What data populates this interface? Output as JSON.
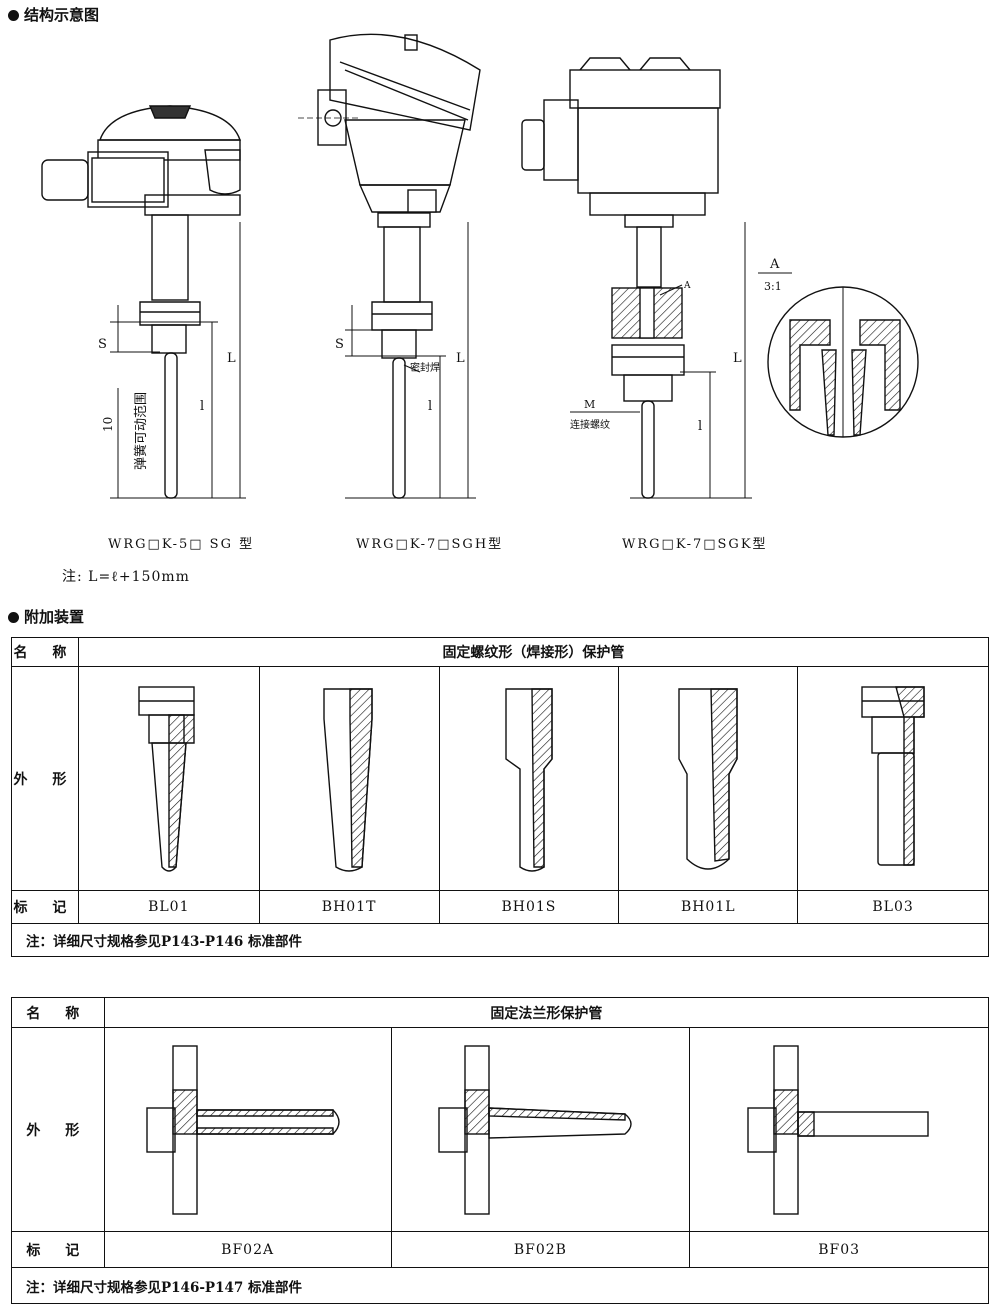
{
  "sections": {
    "structure_title": "结构示意图",
    "accessory_title": "附加装置"
  },
  "models": [
    "WRG□K-5□ SG 型",
    "WRG□K-7□SGH型",
    "WRG□K-7□SGK型"
  ],
  "dimension_labels": {
    "s": "S",
    "l_total": "L",
    "l_insert": "l",
    "spring_value": "10",
    "spring_text": "弹簧可动范围",
    "weld_text": "密封焊",
    "detail_mark": "A",
    "detail_scale": "3:1",
    "m_label": "M",
    "m_text": "连接螺纹",
    "a_callout": "A"
  },
  "note_formula": "注: L=ℓ+150mm",
  "table1": {
    "name_label": "名  称",
    "shape_label": "外 形",
    "mark_label": "标 记",
    "title": "固定螺纹形（焊接形）保护管",
    "marks": [
      "BL01",
      "BH01T",
      "BH01S",
      "BH01L",
      "BL03"
    ],
    "note": "注：详细尺寸规格参见P143-P146 标准部件"
  },
  "table2": {
    "name_label": "名  称",
    "shape_label": "外 形",
    "mark_label": "标 记",
    "title": "固定法兰形保护管",
    "marks": [
      "BF02A",
      "BF02B",
      "BF03"
    ],
    "note": "注：详细尺寸规格参见P146-P147 标准部件"
  }
}
